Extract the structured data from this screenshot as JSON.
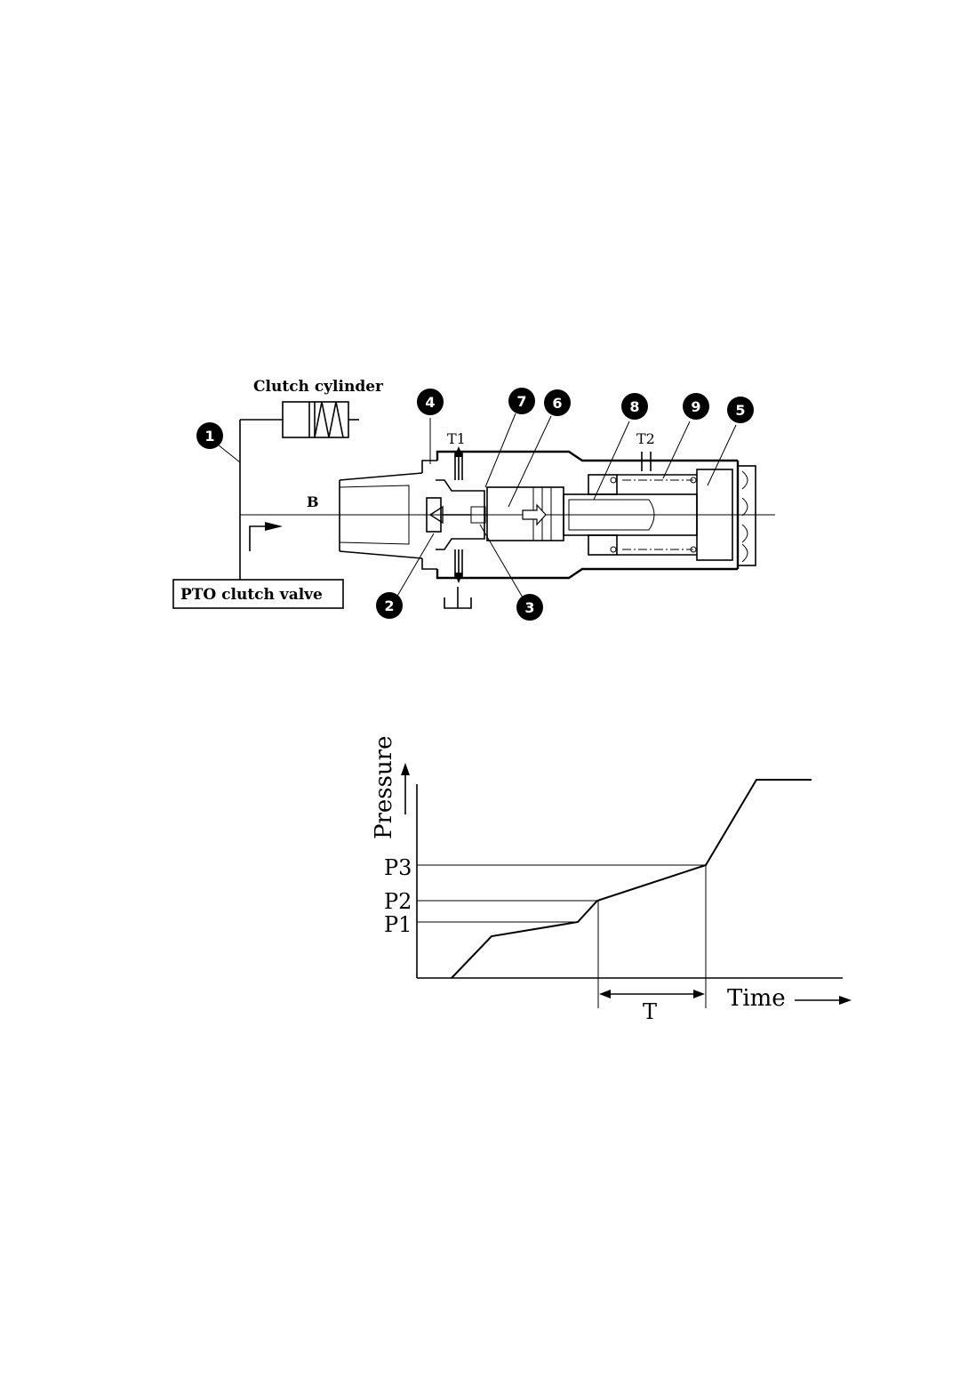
{
  "valve_diagram": {
    "labels": {
      "clutch_cylinder": "Clutch cylinder",
      "pto_clutch_valve": "PTO clutch valve",
      "port_b": "B",
      "port_t1": "T1",
      "port_t2": "T2"
    },
    "callouts": {
      "c1": "1",
      "c2": "2",
      "c3": "3",
      "c4": "4",
      "c5": "5",
      "c6": "6",
      "c7": "7",
      "c8": "8",
      "c9": "9"
    }
  },
  "pressure_chart": {
    "y_axis_label": "Pressure",
    "x_axis_label": "Time",
    "ticks": {
      "p1": "P1",
      "p2": "P2",
      "p3": "P3"
    },
    "interval_label": "T"
  }
}
